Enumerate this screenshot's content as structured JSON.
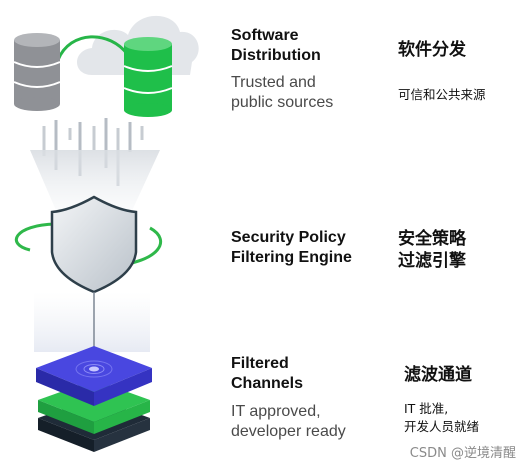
{
  "sections": [
    {
      "title_line1": "Software",
      "title_line2": "Distribution",
      "subtitle_line1": "Trusted and",
      "subtitle_line2": "public sources",
      "zh_title": "软件分发",
      "zh_subtitle": "可信和公共来源"
    },
    {
      "title_line1": "Security Policy",
      "title_line2": "Filtering Engine",
      "zh_title_line1": "安全策略",
      "zh_title_line2": "过滤引擎"
    },
    {
      "title_line1": "Filtered",
      "title_line2": "Channels",
      "subtitle_line1": "IT approved,",
      "subtitle_line2": "developer ready",
      "zh_title": "滤波通道",
      "zh_subtitle_line1": "IT 批准,",
      "zh_subtitle_line2": "开发人员就绪"
    }
  ],
  "watermark": "CSDN @逆境清醒",
  "colors": {
    "green_db": "#1fbf4a",
    "gray_db": "#8f9196",
    "shield_outline": "#2e3f4a",
    "arrow_green": "#2fb84a",
    "layer_purple": "#3b3ad0",
    "layer_green": "#27b548",
    "layer_dark": "#1f2b38"
  }
}
